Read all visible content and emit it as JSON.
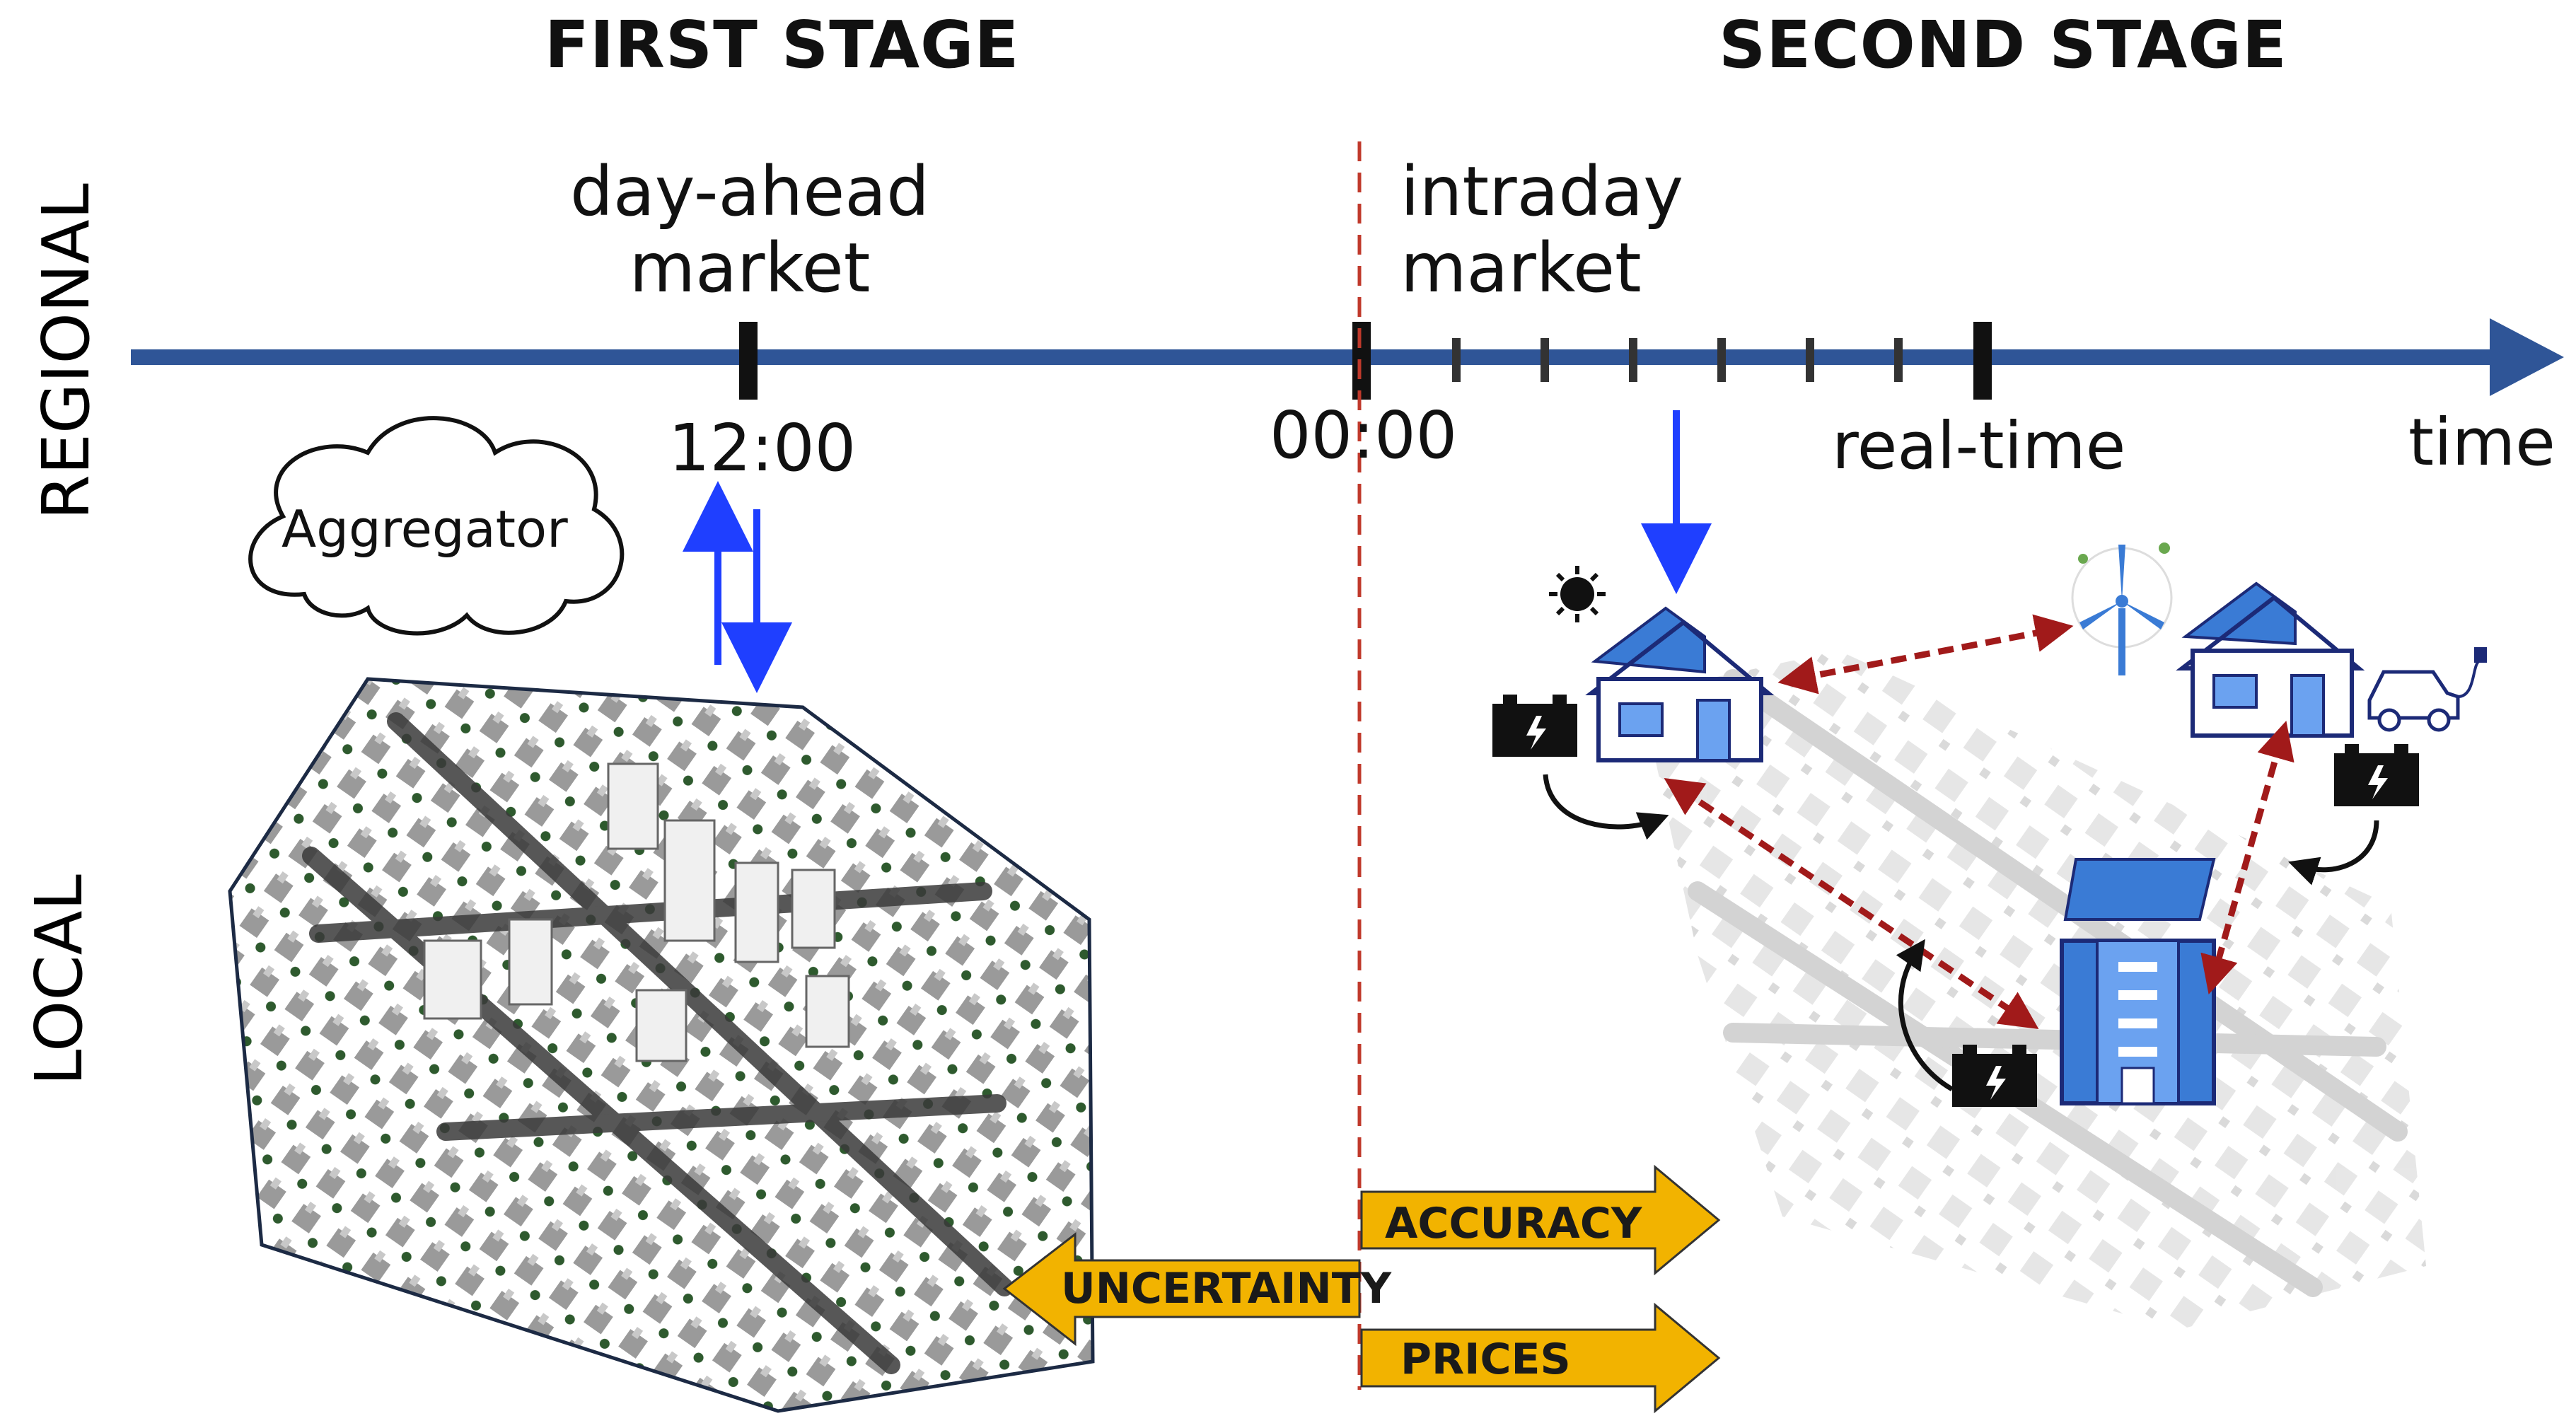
{
  "stages": {
    "first": "FIRST STAGE",
    "second": "SECOND STAGE"
  },
  "levels": {
    "regional": "REGIONAL",
    "local": "LOCAL"
  },
  "markets": {
    "day_ahead": {
      "line1": "day-ahead",
      "line2": "market"
    },
    "intraday": {
      "line1": "intraday",
      "line2": "market"
    }
  },
  "timeline": {
    "noon": "12:00",
    "midnight": "00:00",
    "real_time": "real-time",
    "time": "time"
  },
  "aggregator": "Aggregator",
  "arrows": {
    "accuracy": "ACCURACY",
    "uncertainty": "UNCERTAINTY",
    "prices": "PRICES"
  },
  "colors": {
    "timeline": "#2f5597",
    "flow_arrow": "#1f3fff",
    "exchange_arrow": "#a11a1a",
    "divider": "#c0392b",
    "label_arrow": "#f2b300",
    "icon_blue": "#3a7bd5"
  }
}
